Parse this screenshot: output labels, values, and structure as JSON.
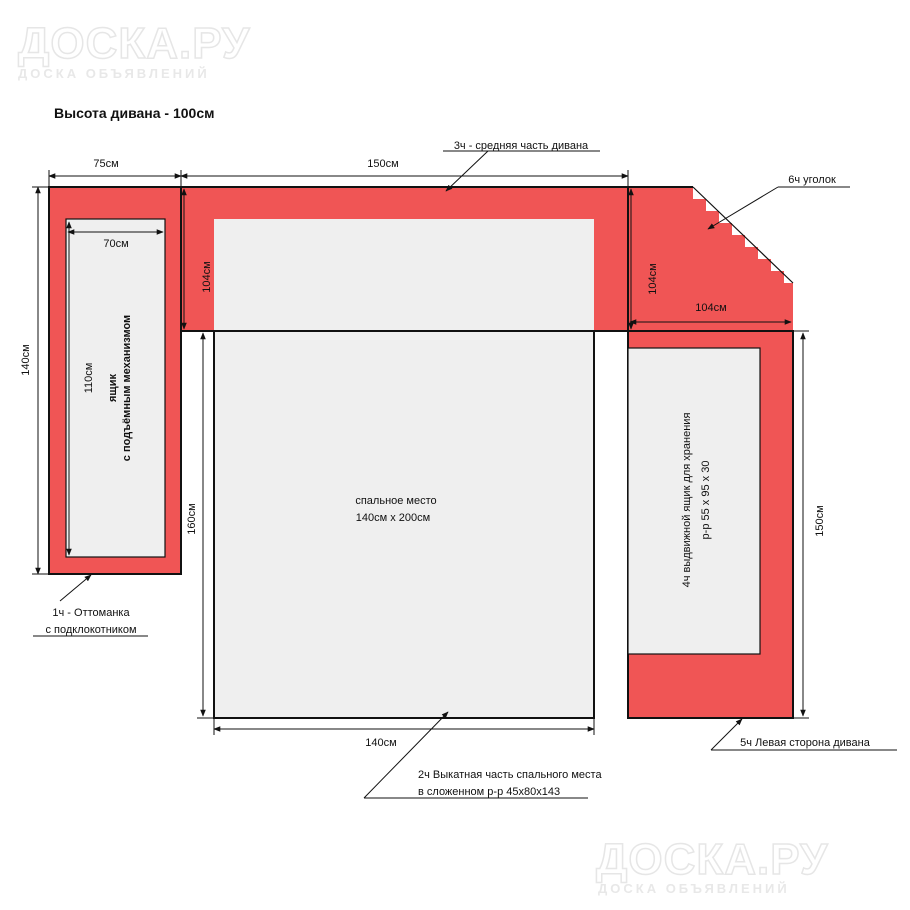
{
  "watermark": {
    "brand": "ДОСКА.РУ",
    "tagline": "ДОСКА ОБЪЯВЛЕНИЙ"
  },
  "title": "Высота дивана - 100см",
  "colors": {
    "frame": "#f05555",
    "inner": "#efefef",
    "outline": "#111111"
  },
  "sections": {
    "ottoman": {
      "dim_width": "75см",
      "dim_height": "140см",
      "inner_width": "70см",
      "inner_height": "110см",
      "inner_line1": "ящик",
      "inner_line2": "с подъёмным механизмом",
      "callout_line1": "1ч - Оттоманка",
      "callout_line2": "с подклокотником"
    },
    "middle": {
      "callout": "3ч - средняя часть дивана",
      "dim_width": "150см",
      "dim_height": "104см"
    },
    "corner": {
      "callout": "6ч  уголок",
      "dim_height": "104см",
      "dim_width": "104см"
    },
    "bed": {
      "label_line1": "спальное место",
      "label_line2": "140см х 200см",
      "dim_height": "160см",
      "dim_width": "140см",
      "callout_line1": "2ч  Выкатная часть спального места",
      "callout_line2": "в сложенном р-р 45х80х143"
    },
    "left_side": {
      "inner_line1": "4ч выдвижной ящик для хранения",
      "inner_line2": "р-р 55 х 95 х 30",
      "dim_height": "150см",
      "callout": "5ч  Левая сторона дивана"
    }
  }
}
